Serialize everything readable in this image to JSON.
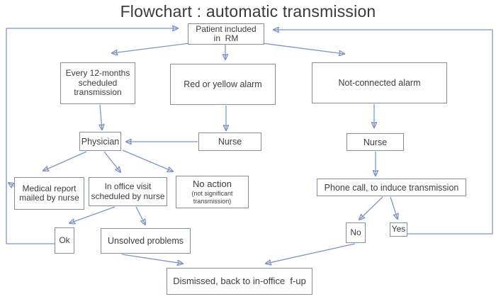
{
  "title": "Flowchart : automatic transmission",
  "colors": {
    "line": "#7c95c5",
    "arrowhead": "#3a62ae",
    "box_border": "#828d9c",
    "text": "#3d3d3d"
  },
  "nodes": {
    "patient": {
      "label": "Patient included\nin  RM"
    },
    "every12": {
      "label": "Every 12-months\nscheduled\ntransmission"
    },
    "red_yellow": {
      "label": "Red or yellow alarm"
    },
    "not_connected": {
      "label": "Not-connected alarm"
    },
    "physician": {
      "label": "Physician"
    },
    "nurse_mid": {
      "label": "Nurse"
    },
    "nurse_right": {
      "label": "Nurse"
    },
    "medical_report": {
      "label": "Medical report\nmailed by nurse"
    },
    "in_office": {
      "label": "In office visit\nscheduled by nurse"
    },
    "no_action": {
      "label": "No action",
      "sublabel": "(not significant\ntransmission)"
    },
    "phone_call": {
      "label": "Phone call, to induce transmission"
    },
    "ok": {
      "label": "Ok"
    },
    "unsolved": {
      "label": "Unsolved problems"
    },
    "no": {
      "label": "No"
    },
    "yes": {
      "label": "Yes"
    },
    "dismissed": {
      "label": "Dismissed, back to in-office  f-up"
    }
  }
}
